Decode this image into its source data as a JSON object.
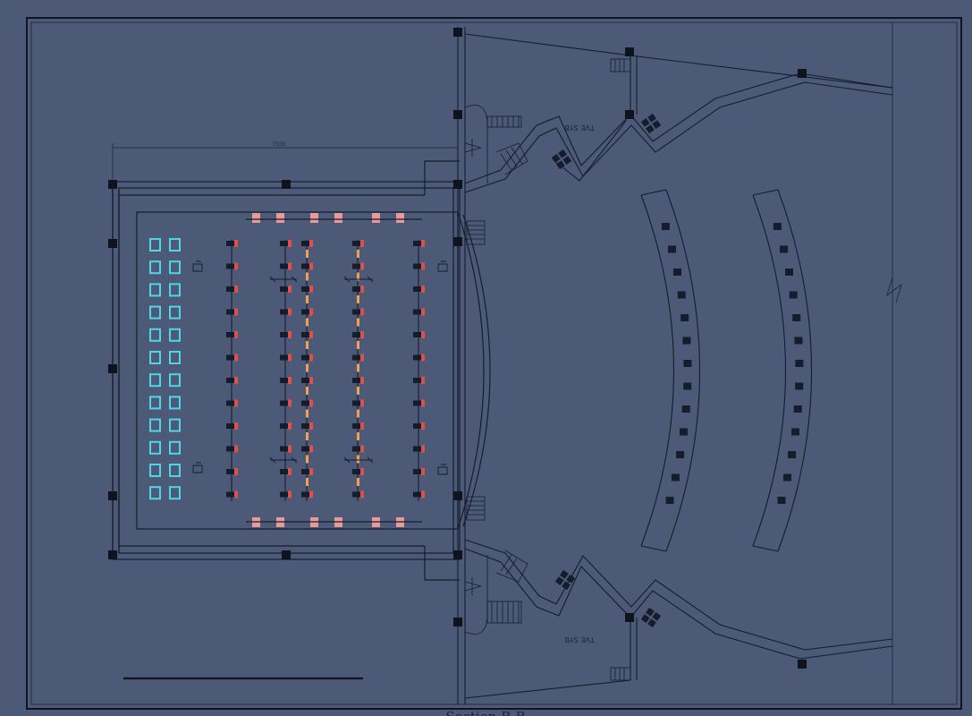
{
  "drawing": {
    "dimension_label": "7550",
    "room_label_top": "TVE SYB",
    "room_label_bottom": "TVE SYB",
    "caption": "Section B-B"
  },
  "colors": {
    "background": "#4c5a78",
    "line": "#151c2c",
    "cyan_fixture": "#4fd6e6",
    "red_fixture": "#e0504a",
    "pink_fixture": "#e79a98",
    "orange_fixture": "#f0a050",
    "column": "#0e131e"
  }
}
